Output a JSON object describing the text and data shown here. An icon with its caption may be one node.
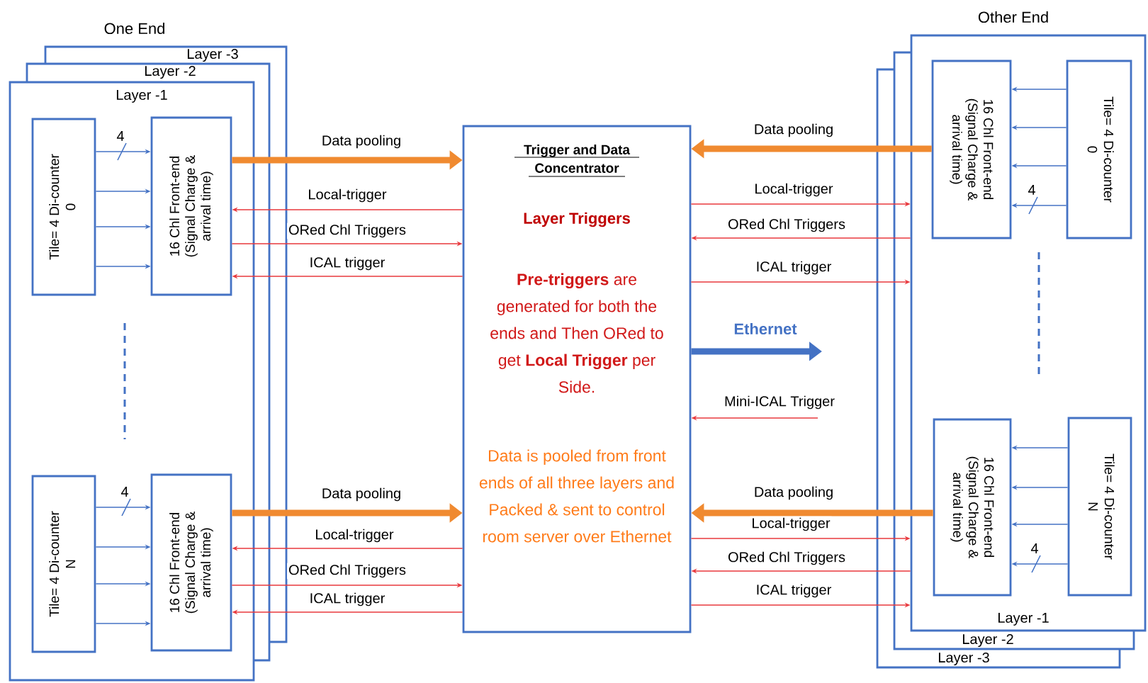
{
  "diagram": {
    "nodes": [
      {
        "text": [
          "Layer -1"
        ]
      },
      {
        "text": [
          "Tile= 4 Di-counter",
          "0"
        ],
        "in": 0
      },
      {
        "text": [
          "16 Chl Front-end (Signal Charge & arrival time)"
        ],
        "in": 0
      },
      {
        "text": [
          "Tile= 4 Di-counter",
          "N"
        ],
        "in": 0
      },
      {
        "text": [
          "16 Chl Front-end (Signal Charge & arrival time)"
        ],
        "in": 0
      },
      {
        "text": [
          "Trigger and Data Concentrator",
          "Layer Triggers",
          "**Pre-triggers** are generated for both the ends and Then ORed to get **Local Trigger** per Side.",
          "Data is pooled from front ends of all three layers and Packed & sent to control room server over Ethernet"
        ]
      },
      {
        "text": [
          "Layer -1"
        ]
      },
      {
        "text": [
          "16 Chl Front-end (Signal Charge & arrival time)"
        ],
        "in": 6
      },
      {
        "text": [
          "Tile= 4 Di-counter",
          "0"
        ],
        "in": 6
      },
      {
        "text": [
          "16 Chl Front-end (Signal Charge & arrival time)"
        ],
        "in": 6
      },
      {
        "text": [
          "Tile= 4 Di-counter",
          "N"
        ],
        "in": 6
      }
    ],
    "edges": [
      {
        "from": 1,
        "to": 2,
        "arrow": "to",
        "label": "4"
      },
      {
        "from": 1,
        "to": 2,
        "arrow": "to"
      },
      {
        "from": 1,
        "to": 2,
        "arrow": "to"
      },
      {
        "from": 1,
        "to": 2,
        "arrow": "to"
      },
      {
        "from": 2,
        "to": 5,
        "arrow": "to",
        "label": "Data pooling",
        "style": "thick",
        "color": "#f08a30"
      },
      {
        "from": 5,
        "to": 2,
        "arrow": "to",
        "label": "Local-trigger",
        "color": "#e8383d"
      },
      {
        "from": 2,
        "to": 5,
        "arrow": "to",
        "label": "ORed Chl Triggers",
        "color": "#e8383d"
      },
      {
        "from": 5,
        "to": 2,
        "arrow": "to",
        "label": "ICAL trigger",
        "color": "#e8383d"
      },
      {
        "from": 3,
        "to": 4,
        "arrow": "to",
        "label": "4"
      },
      {
        "from": 3,
        "to": 4,
        "arrow": "to"
      },
      {
        "from": 3,
        "to": 4,
        "arrow": "to"
      },
      {
        "from": 3,
        "to": 4,
        "arrow": "to"
      },
      {
        "from": 4,
        "to": 5,
        "arrow": "to",
        "label": "Data pooling",
        "style": "thick",
        "color": "#f08a30"
      },
      {
        "from": 5,
        "to": 4,
        "arrow": "to",
        "label": "Local-trigger",
        "color": "#e8383d"
      },
      {
        "from": 4,
        "to": 5,
        "arrow": "to",
        "label": "ORed Chl Triggers",
        "color": "#e8383d"
      },
      {
        "from": 5,
        "to": 4,
        "arrow": "to",
        "label": "ICAL trigger",
        "color": "#e8383d"
      },
      {
        "from": 8,
        "to": 7,
        "arrow": "to"
      },
      {
        "from": 8,
        "to": 7,
        "arrow": "to"
      },
      {
        "from": 8,
        "to": 7,
        "arrow": "to"
      },
      {
        "from": 8,
        "to": 7,
        "arrow": "to",
        "label": "4"
      },
      {
        "from": 7,
        "to": 5,
        "arrow": "to",
        "label": "Data pooling",
        "style": "thick",
        "color": "#f08a30"
      },
      {
        "from": 5,
        "to": 6,
        "arrow": "to",
        "label": "Local-trigger",
        "color": "#e8383d"
      },
      {
        "from": 6,
        "to": 5,
        "arrow": "to",
        "label": "ORed Chl Triggers",
        "color": "#e8383d"
      },
      {
        "from": 5,
        "to": 6,
        "arrow": "to",
        "label": "ICAL trigger",
        "color": "#e8383d"
      },
      {
        "from": 5,
        "to": null,
        "arrow": "to",
        "label": "Ethernet",
        "style": "thick"
      },
      {
        "from": null,
        "to": 5,
        "arrow": "to",
        "label": "Mini-ICAL Trigger",
        "color": "#e8383d"
      },
      {
        "from": 10,
        "to": 9,
        "arrow": "to"
      },
      {
        "from": 10,
        "to": 9,
        "arrow": "to"
      },
      {
        "from": 10,
        "to": 9,
        "arrow": "to"
      },
      {
        "from": 10,
        "to": 9,
        "arrow": "to",
        "label": "4"
      },
      {
        "from": 9,
        "to": 5,
        "arrow": "to",
        "label": "Data pooling",
        "style": "thick",
        "color": "#f08a30"
      },
      {
        "from": 5,
        "to": 6,
        "arrow": "to",
        "label": "Local-trigger",
        "color": "#e8383d"
      },
      {
        "from": 6,
        "to": 5,
        "arrow": "to",
        "label": "ORed Chl Triggers",
        "color": "#e8383d"
      },
      {
        "from": 5,
        "to": 6,
        "arrow": "to",
        "label": "ICAL trigger",
        "color": "#e8383d"
      }
    ],
    "labels": [
      "One End",
      "Layer -3",
      "Layer -2",
      "Other End",
      "Layer -2",
      "Layer -3"
    ]
  }
}
